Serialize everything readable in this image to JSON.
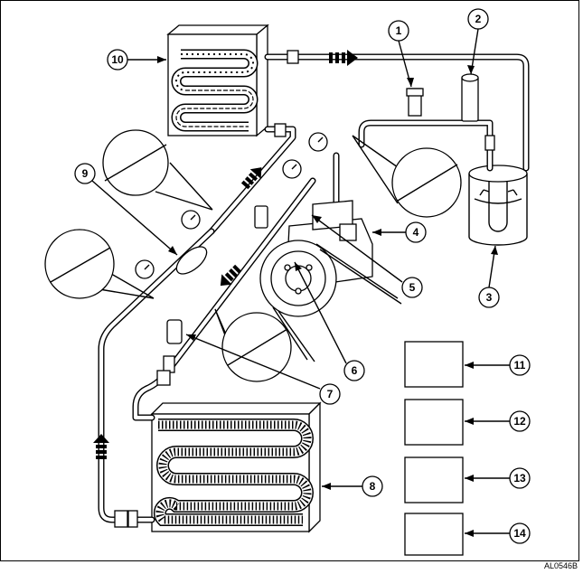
{
  "diagram": {
    "callouts": [
      "1",
      "2",
      "3",
      "4",
      "5",
      "6",
      "7",
      "8",
      "9",
      "10",
      "11",
      "12",
      "13",
      "14"
    ],
    "figure_code": "AL0546B"
  }
}
